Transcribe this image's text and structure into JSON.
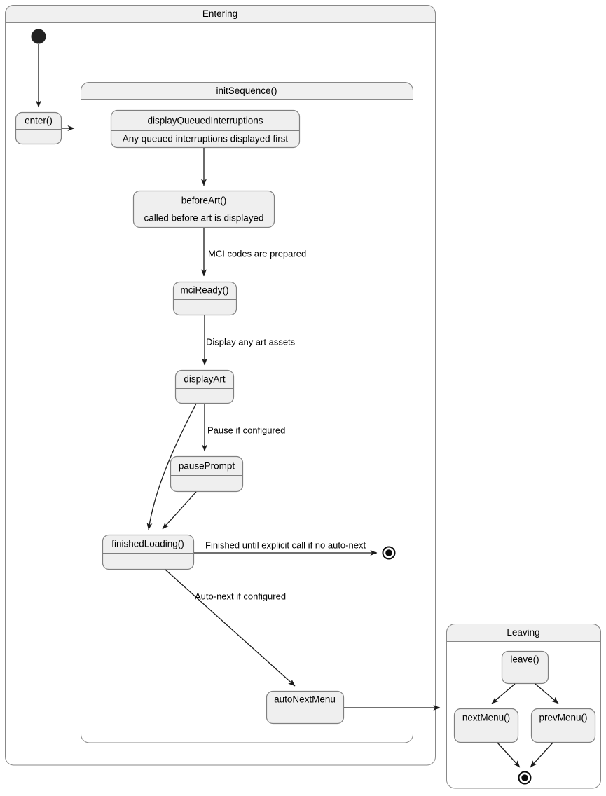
{
  "diagram": {
    "type": "uml-state-machine",
    "background": "#ffffff",
    "state_fill": "#efefef",
    "state_stroke": "#7f7f7f",
    "composite_title_fill": "#f0f0f0",
    "composite_stroke": "#888888",
    "edge_color": "#1a1a1a"
  },
  "composites": {
    "entering": {
      "title": "Entering"
    },
    "init_sequence": {
      "title": "initSequence()"
    },
    "leaving": {
      "title": "Leaving"
    }
  },
  "states": {
    "enter": {
      "title": "enter()",
      "body": ""
    },
    "display_queued_interruptions": {
      "title": "displayQueuedInterruptions",
      "body": "Any queued interruptions displayed first"
    },
    "before_art": {
      "title": "beforeArt()",
      "body": "called before art is displayed"
    },
    "mci_ready": {
      "title": "mciReady()",
      "body": ""
    },
    "display_art": {
      "title": "displayArt",
      "body": ""
    },
    "pause_prompt": {
      "title": "pausePrompt",
      "body": ""
    },
    "finished_loading": {
      "title": "finishedLoading()",
      "body": ""
    },
    "auto_next_menu": {
      "title": "autoNextMenu",
      "body": ""
    },
    "leave": {
      "title": "leave()",
      "body": ""
    },
    "next_menu": {
      "title": "nextMenu()",
      "body": ""
    },
    "prev_menu": {
      "title": "prevMenu()",
      "body": ""
    }
  },
  "edge_labels": {
    "mci_codes": "MCI codes are prepared",
    "display_art_assets": "Display any art assets",
    "pause_if_configured": "Pause if configured",
    "finished_explicit": "Finished until explicit call if no auto-next",
    "auto_next": "Auto-next if configured"
  },
  "nodes": {
    "initial_start": "initial-state-node",
    "final_entering": "final-state-node",
    "final_leaving": "final-state-node"
  },
  "transitions": [
    {
      "from": "initial_start",
      "to": "enter",
      "label": ""
    },
    {
      "from": "enter",
      "to": "init_sequence",
      "label": ""
    },
    {
      "from": "display_queued_interruptions",
      "to": "before_art",
      "label": ""
    },
    {
      "from": "before_art",
      "to": "mci_ready",
      "label": "MCI codes are prepared"
    },
    {
      "from": "mci_ready",
      "to": "display_art",
      "label": "Display any art assets"
    },
    {
      "from": "display_art",
      "to": "pause_prompt",
      "label": "Pause if configured"
    },
    {
      "from": "display_art",
      "to": "finished_loading",
      "label": ""
    },
    {
      "from": "pause_prompt",
      "to": "finished_loading",
      "label": ""
    },
    {
      "from": "finished_loading",
      "to": "final_entering",
      "label": "Finished until explicit call if no auto-next"
    },
    {
      "from": "finished_loading",
      "to": "auto_next_menu",
      "label": "Auto-next if configured"
    },
    {
      "from": "auto_next_menu",
      "to": "leaving",
      "label": ""
    },
    {
      "from": "leave",
      "to": "next_menu",
      "label": ""
    },
    {
      "from": "leave",
      "to": "prev_menu",
      "label": ""
    },
    {
      "from": "next_menu",
      "to": "final_leaving",
      "label": ""
    },
    {
      "from": "prev_menu",
      "to": "final_leaving",
      "label": ""
    }
  ]
}
